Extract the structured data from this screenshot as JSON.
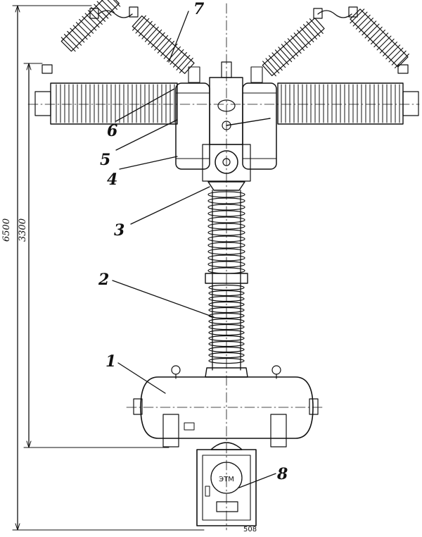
{
  "callouts": [
    {
      "id": "7",
      "label": "7"
    },
    {
      "id": "6",
      "label": "6"
    },
    {
      "id": "5",
      "label": "5"
    },
    {
      "id": "4",
      "label": "4"
    },
    {
      "id": "3",
      "label": "3"
    },
    {
      "id": "2",
      "label": "2"
    },
    {
      "id": "1",
      "label": "1"
    },
    {
      "id": "8",
      "label": "8"
    }
  ],
  "dimensions": {
    "overall_height": "6500",
    "axis_height": "3300"
  },
  "cabinet": {
    "logo_text": "ЭТМ",
    "base_label": "508"
  }
}
